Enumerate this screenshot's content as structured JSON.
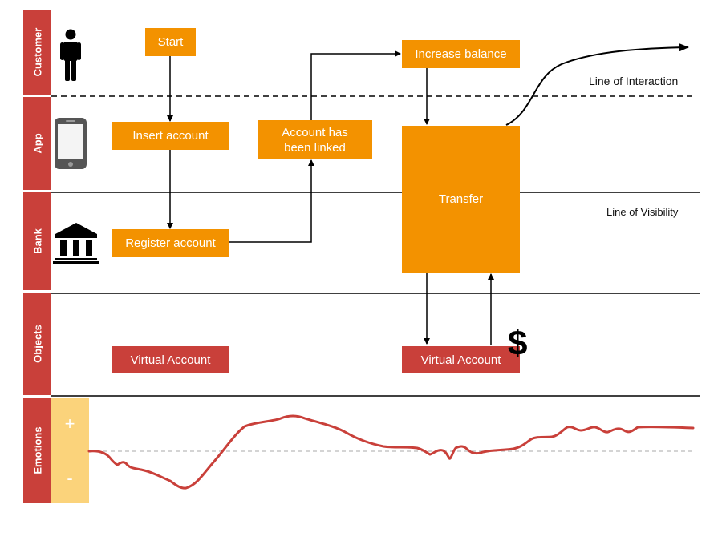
{
  "lanes": {
    "customer": "Customer",
    "app": "App",
    "bank": "Bank",
    "objects": "Objects",
    "emotions": "Emotions"
  },
  "boxes": {
    "start": "Start",
    "insert_account": "Insert account",
    "register_account": "Register account",
    "account_linked_line1": "Account has",
    "account_linked_line2": "been linked",
    "increase_balance": "Increase balance",
    "transfer": "Transfer",
    "virtual_account_left": "Virtual Account",
    "virtual_account_right": "Virtual Account"
  },
  "lines": {
    "interaction": "Line of Interaction",
    "visibility": "Line of Visibility"
  },
  "emotions_scale": {
    "plus": "+",
    "minus": "-"
  },
  "symbols": {
    "dollar": "$"
  },
  "icons": [
    "person-icon",
    "phone-icon",
    "bank-icon",
    "dollar-icon"
  ],
  "colors": {
    "lane_red": "#c9403a",
    "box_orange": "#f39200",
    "box_red": "#c9403a",
    "emotion_curve": "#c9403a",
    "emotion_bg": "#fbd37b"
  }
}
